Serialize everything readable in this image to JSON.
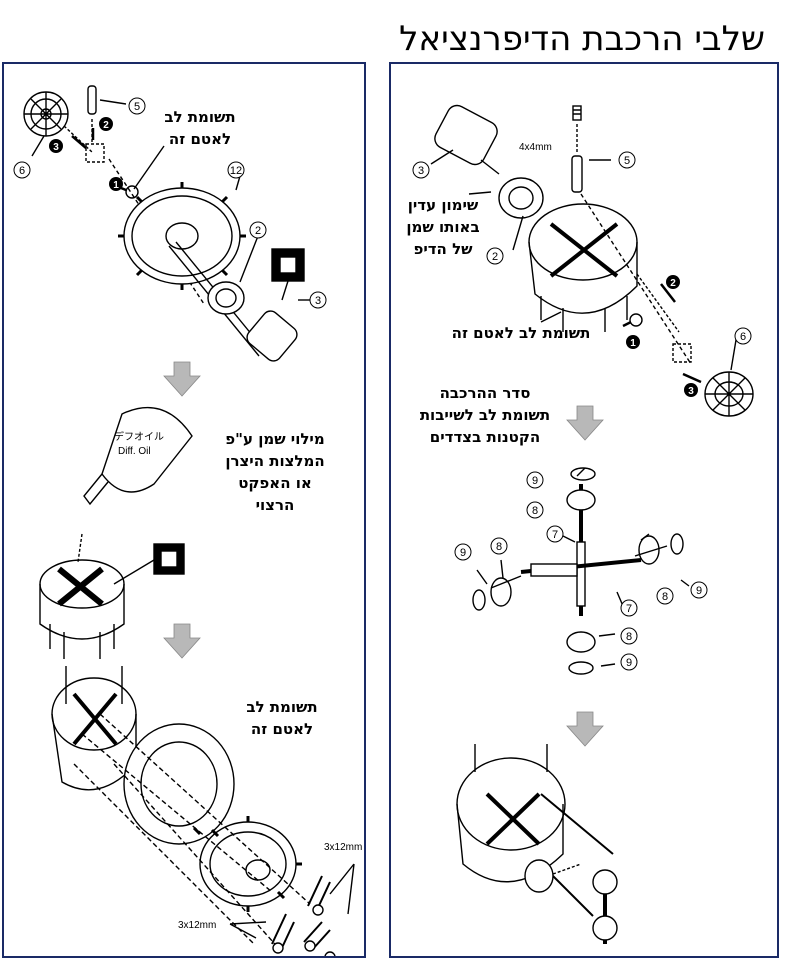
{
  "title": "שלבי הרכבת הדיפרנציאל",
  "left_panel": {
    "note_top": [
      "תשומת לב",
      "לאטם זה"
    ],
    "note_oil": [
      "מילוי שמן ע\"פ",
      "המלצות היצרן",
      "או האפקט",
      "הרצוי"
    ],
    "note_bottom": [
      "תשומת לב",
      "לאטם זה"
    ],
    "oil_bottle_text": [
      "デフオイル",
      "Diff. Oil"
    ],
    "screw_label_top": "3x12mm",
    "screw_label_bottom": "3x12mm",
    "part_numbers": [
      "5",
      "6",
      "12",
      "2",
      "3"
    ],
    "step_markers": [
      "1",
      "2",
      "3"
    ]
  },
  "right_panel": {
    "note_grease": [
      "שימון עדין",
      "באותו שמן",
      "של הדיפ"
    ],
    "note_seal": "תשומת לב לאטם זה",
    "note_order": [
      "סדר ההרכבה",
      "תשומת לב לשייבות",
      "הקטנות בצדדים"
    ],
    "screw_label": "4x4mm",
    "part_numbers": [
      "3",
      "5",
      "2",
      "6",
      "9",
      "8",
      "7",
      "9",
      "8",
      "8",
      "9",
      "7",
      "8",
      "9"
    ],
    "step_markers": [
      "1",
      "2",
      "3"
    ]
  },
  "colors": {
    "panel_border": "#1a2a66",
    "arrow": "#b8b8b8",
    "ink": "#000000"
  }
}
